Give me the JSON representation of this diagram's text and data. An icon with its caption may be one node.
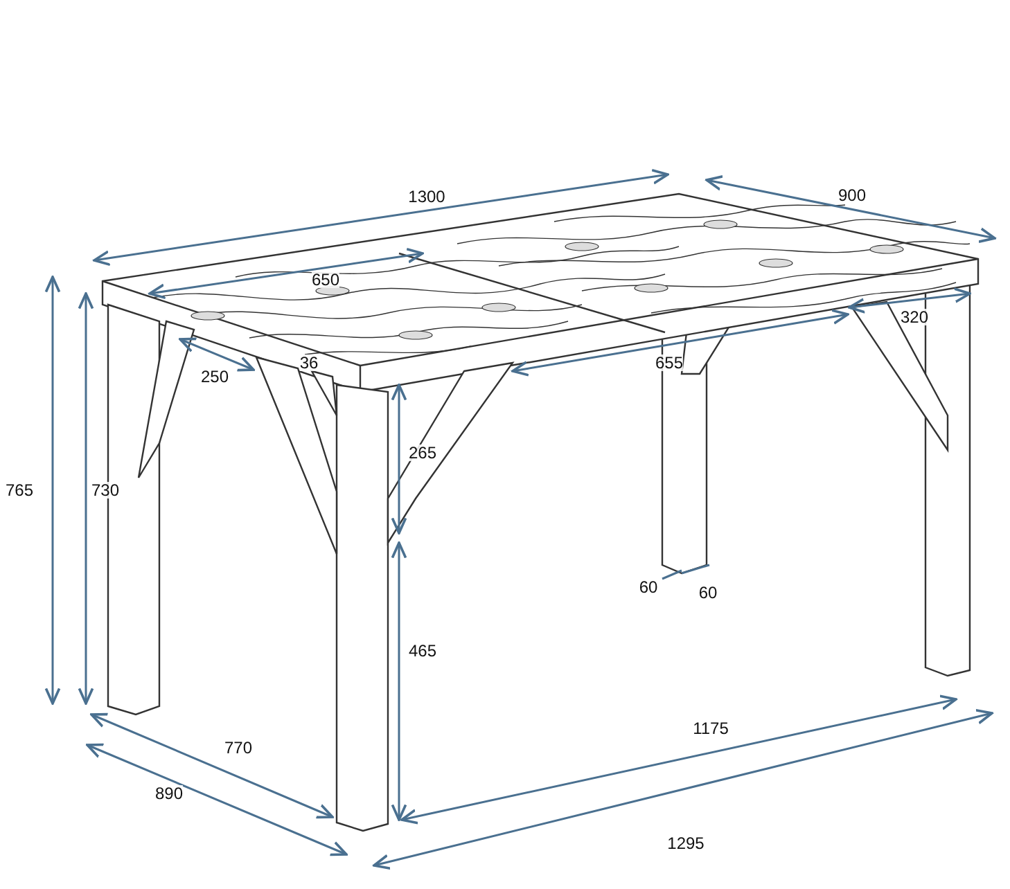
{
  "diagram": {
    "labels": [
      "1300",
      "900",
      "650",
      "320",
      "36",
      "250",
      "655",
      "265",
      "765",
      "730",
      "60",
      "60",
      "465",
      "1175",
      "770",
      "890",
      "1295"
    ]
  }
}
